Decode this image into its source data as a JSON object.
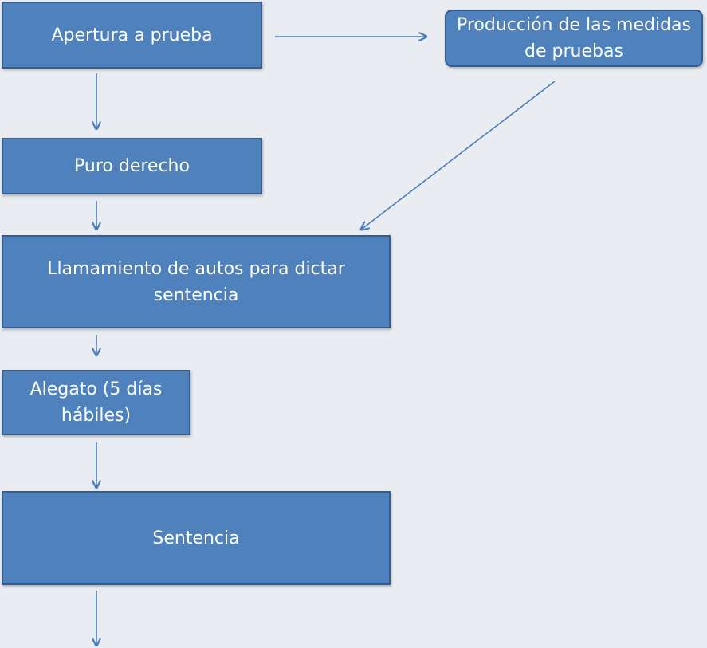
{
  "diagram": {
    "nodes": {
      "apertura": "Apertura a prueba",
      "produccion": "Producción de las medidas de pruebas",
      "puro": "Puro derecho",
      "llamamiento": "Llamamiento de autos para dictar sentencia",
      "alegato": "Alegato (5 días hábiles)",
      "sentencia": "Sentencia"
    },
    "colors": {
      "node_fill": "#4f81bd",
      "node_border": "#385d8a",
      "arrow": "#4a7ebb",
      "background": "#e9ecf1"
    }
  }
}
